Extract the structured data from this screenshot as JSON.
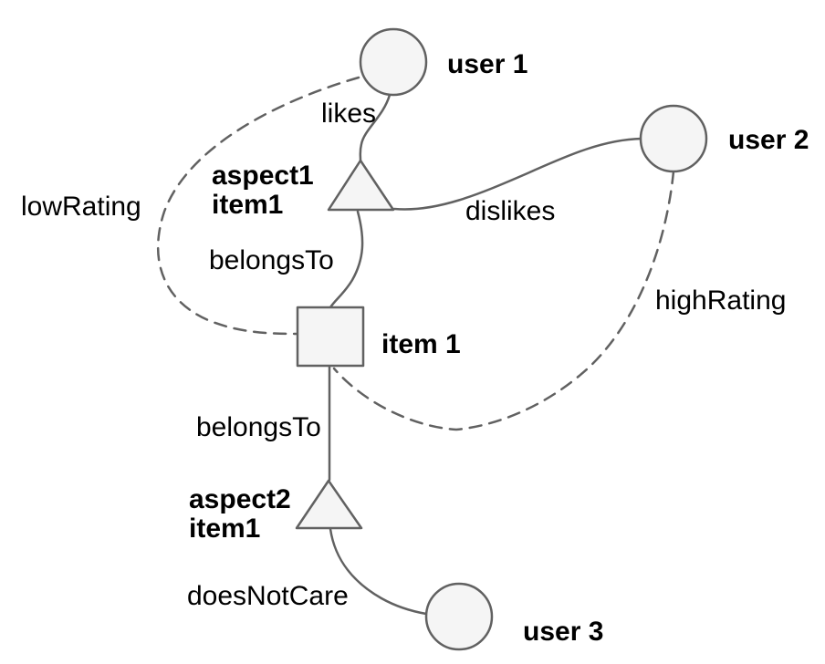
{
  "colors": {
    "background": "#ffffff",
    "stroke": "#616161",
    "node_fill": "#f5f5f5",
    "text": "#000000"
  },
  "graph": {
    "type": "knowledge-graph-diagram",
    "nodes": [
      {
        "id": "user1",
        "shape": "circle",
        "label": "user 1"
      },
      {
        "id": "user2",
        "shape": "circle",
        "label": "user 2"
      },
      {
        "id": "user3",
        "shape": "circle",
        "label": "user 3"
      },
      {
        "id": "aspect1_item1",
        "shape": "triangle",
        "label_line1": "aspect1",
        "label_line2": "item1"
      },
      {
        "id": "item1",
        "shape": "square",
        "label": "item 1"
      },
      {
        "id": "aspect2_item1",
        "shape": "triangle",
        "label_line1": "aspect2",
        "label_line2": "item1"
      }
    ],
    "edges": [
      {
        "label": "likes",
        "from": "user1",
        "to": "aspect1_item1",
        "style": "solid"
      },
      {
        "label": "dislikes",
        "from": "user2",
        "to": "aspect1_item1",
        "style": "solid"
      },
      {
        "label": "belongsTo",
        "from": "aspect1_item1",
        "to": "item1",
        "style": "solid"
      },
      {
        "label": "lowRating",
        "from": "user1",
        "to": "item1",
        "style": "dashed"
      },
      {
        "label": "highRating",
        "from": "user2",
        "to": "item1",
        "style": "dashed"
      },
      {
        "label": "belongsTo",
        "from": "item1",
        "to": "aspect2_item1",
        "style": "solid"
      },
      {
        "label": "doesNotCare",
        "from": "user3",
        "to": "aspect2_item1",
        "style": "solid"
      }
    ]
  }
}
